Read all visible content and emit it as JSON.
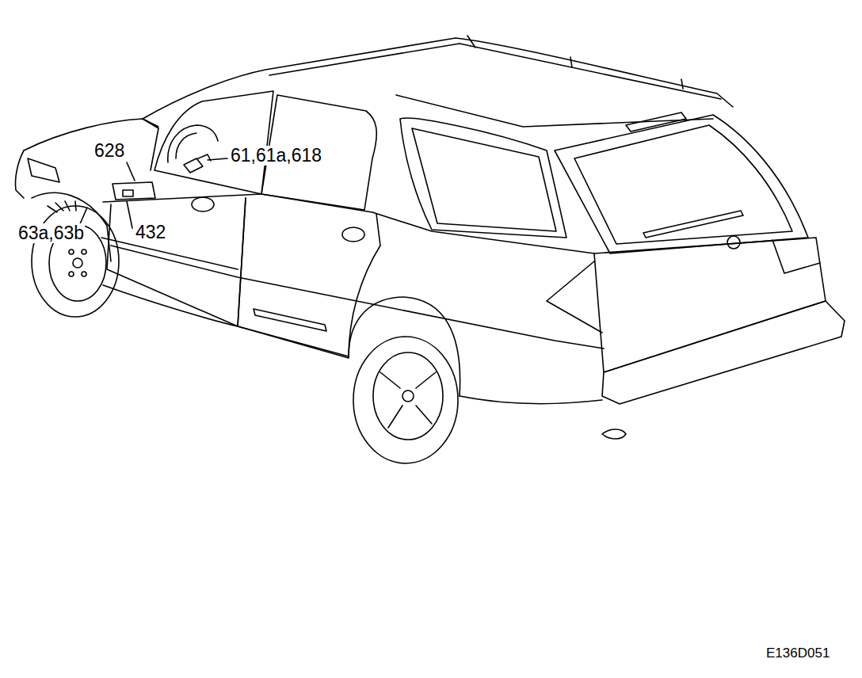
{
  "diagram": {
    "labels": [
      "628",
      "61,61a,618",
      "432",
      "63a,63b",
      "E136D051"
    ]
  }
}
